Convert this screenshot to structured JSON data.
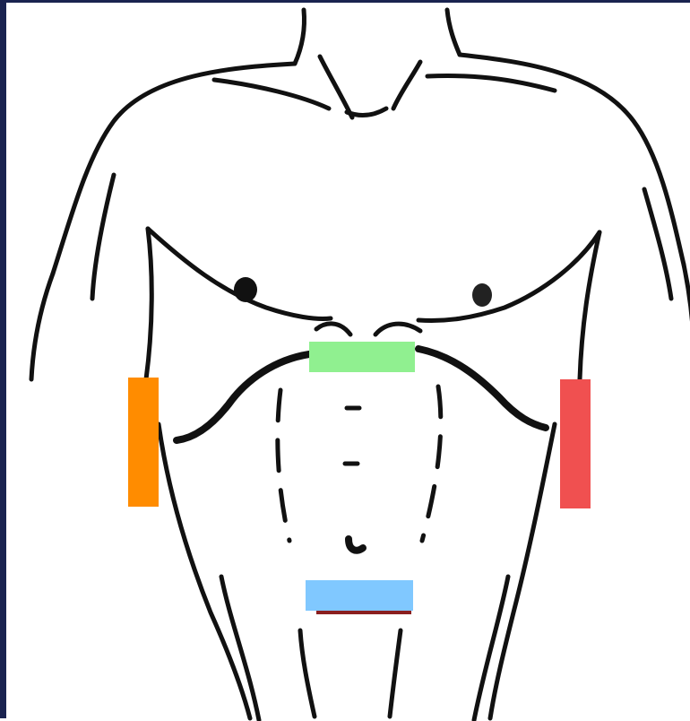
{
  "diagram": {
    "kind": "torso-outline-with-colored-markers",
    "markers": [
      {
        "id": "upper-center",
        "color": "#90f090"
      },
      {
        "id": "left-side",
        "color": "#ff8c00"
      },
      {
        "id": "right-side",
        "color": "#f05050"
      },
      {
        "id": "lower-center",
        "color": "#80c8ff"
      }
    ]
  }
}
